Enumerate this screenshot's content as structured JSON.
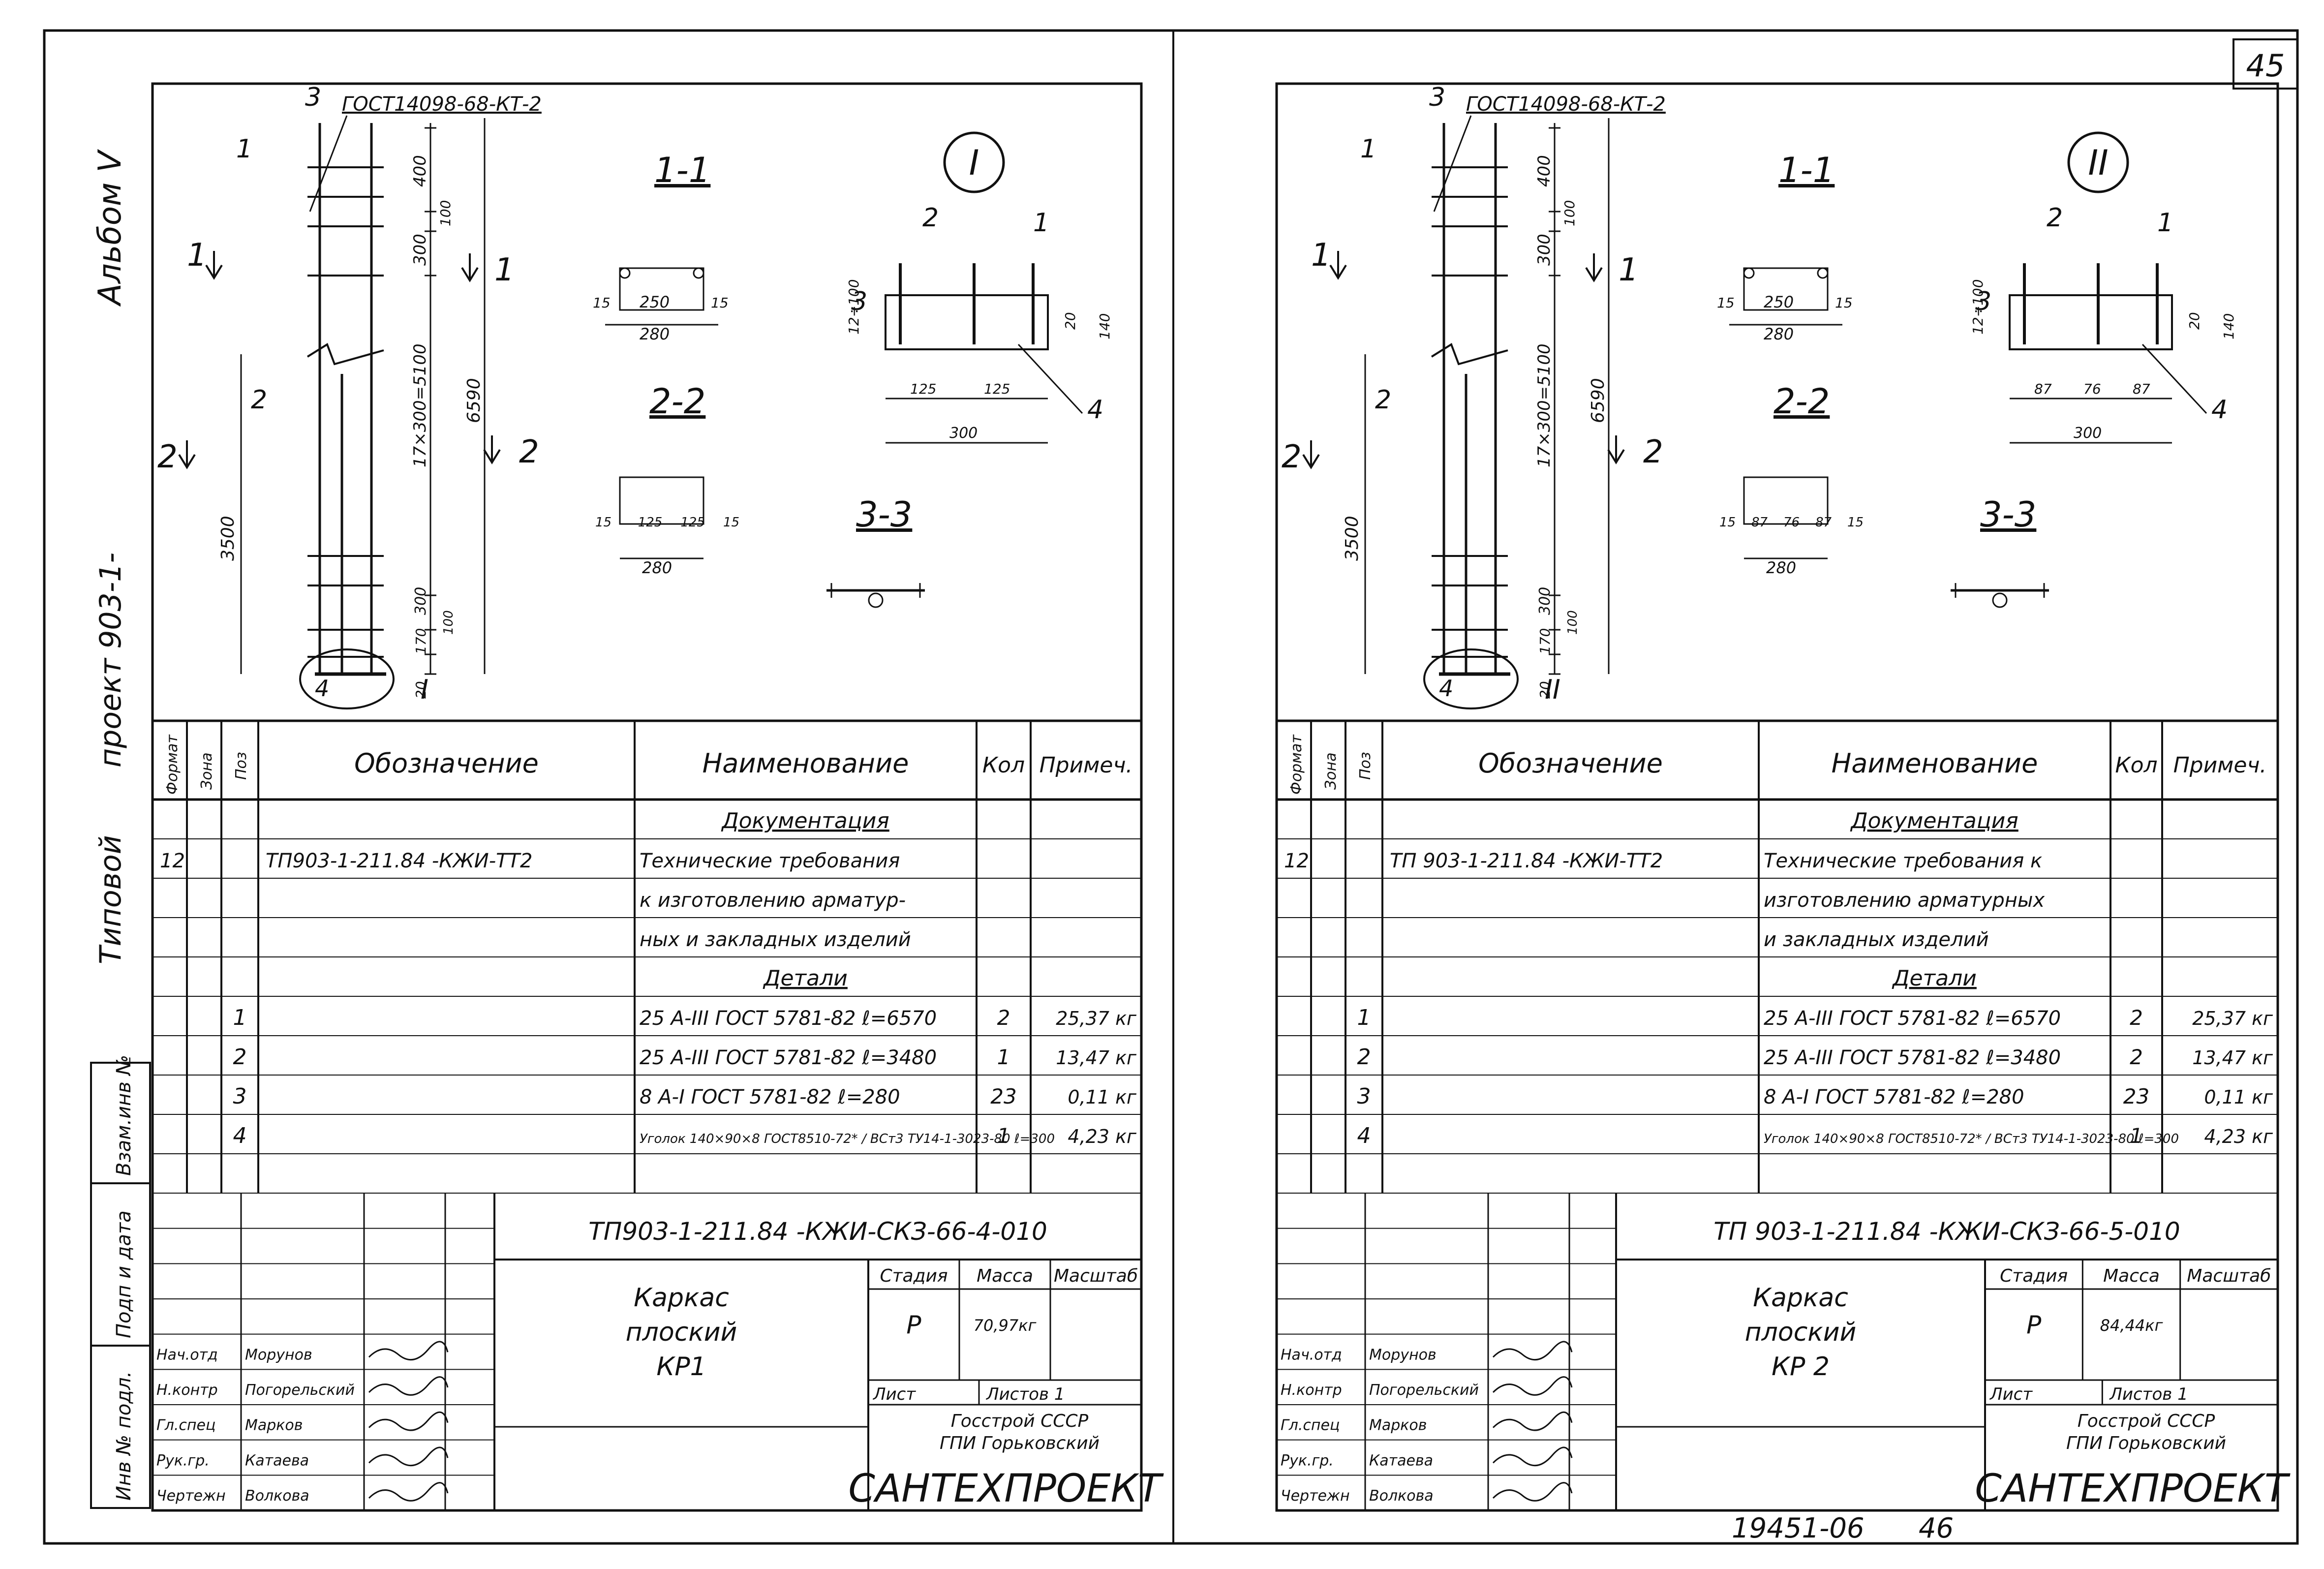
{
  "page_number": "45",
  "archive_number": "19451-06",
  "sheet_index": "46",
  "side": {
    "album": "Альбом  V",
    "project": "проект  903-1-",
    "typical": "Типовой",
    "boxes": [
      "Взам.инв №",
      "Подп и дата",
      "Инв № подл."
    ]
  },
  "spec_headers": [
    "Формат",
    "Зона",
    "Поз",
    "Обозначение",
    "Наименование",
    "Кол",
    "Примеч."
  ],
  "staff_roles": [
    "Нач.отд",
    "Н.контр",
    "Гл.спец",
    "Рук.гр.",
    "Чертежн"
  ],
  "staff_names": [
    "Морунов",
    "Погорельский",
    "Марков",
    "Катаева",
    "Волкова"
  ],
  "sheets": [
    {
      "mark": "I",
      "gost_label": "ГОСТ14098-68-КТ-2",
      "section_11": "1-1",
      "section_22": "2-2",
      "section_33": "3-3",
      "pos_labels": [
        "1",
        "2",
        "3",
        "4"
      ],
      "cut_labels": [
        "1",
        "1",
        "2",
        "2"
      ],
      "dims_elev": [
        "400",
        "100",
        "300",
        "17×300=5100",
        "6590",
        "3500",
        "300",
        "100",
        "170",
        "20"
      ],
      "dims_s11": [
        "15",
        "250",
        "15",
        "280"
      ],
      "dims_s22": [
        "15",
        "125",
        "125",
        "15",
        "280"
      ],
      "dims_detail": [
        "12÷100",
        "20",
        "140",
        "125",
        "125",
        "300"
      ],
      "doc_designation": "ТП903-1-211.84   -КЖИ-ТТ2",
      "rows": [
        {
          "format": "",
          "pos": "",
          "designation": "",
          "name": "Документация",
          "heading": true,
          "qty": "",
          "note": ""
        },
        {
          "format": "12",
          "pos": "",
          "designation": "ТП903-1-211.84   -КЖИ-ТТ2",
          "name": "Технические требования",
          "heading": false,
          "qty": "",
          "note": ""
        },
        {
          "format": "",
          "pos": "",
          "designation": "",
          "name": "к изготовлению арматур-",
          "heading": false,
          "qty": "",
          "note": ""
        },
        {
          "format": "",
          "pos": "",
          "designation": "",
          "name": "ных и закладных изделий",
          "heading": false,
          "qty": "",
          "note": ""
        },
        {
          "format": "",
          "pos": "",
          "designation": "",
          "name": "Детали",
          "heading": true,
          "qty": "",
          "note": ""
        },
        {
          "format": "",
          "pos": "1",
          "designation": "",
          "name": "25 А-III ГОСТ 5781-82  ℓ=6570",
          "heading": false,
          "qty": "2",
          "note": "25,37 кг"
        },
        {
          "format": "",
          "pos": "2",
          "designation": "",
          "name": "25 А-III ГОСТ 5781-82  ℓ=3480",
          "heading": false,
          "qty": "1",
          "note": "13,47 кг"
        },
        {
          "format": "",
          "pos": "3",
          "designation": "",
          "name": "8 А-I ГОСТ 5781-82  ℓ=280",
          "heading": false,
          "qty": "23",
          "note": "0,11 кг"
        },
        {
          "format": "",
          "pos": "4",
          "designation": "",
          "name": "Уголок 140×90×8 ГОСТ8510-72* / ВСт3  ТУ14-1-3023-80  ℓ=300",
          "heading": false,
          "qty": "1",
          "note": "4,23 кг"
        },
        {
          "format": "",
          "pos": "",
          "designation": "",
          "name": "",
          "heading": false,
          "qty": "",
          "note": ""
        }
      ],
      "title": {
        "code": "ТП903-1-211.84   -КЖИ-СКЗ-66-4-010",
        "name_lines": [
          "Каркас",
          "плоский",
          "КР1"
        ],
        "stage_label": "Стадия",
        "mass_label": "Масса",
        "scale_label": "Масштаб",
        "stage": "Р",
        "mass": "70,97кг",
        "scale": "",
        "sheet_label": "Лист",
        "sheets_label": "Листов  1",
        "org_lines": [
          "Госстрой СССР",
          "ГПИ Горьковский"
        ],
        "org_logo": "САНТЕХПРОЕКТ"
      }
    },
    {
      "mark": "II",
      "gost_label": "ГОСТ14098-68-КТ-2",
      "section_11": "1-1",
      "section_22": "2-2",
      "section_33": "3-3",
      "pos_labels": [
        "1",
        "2",
        "3",
        "4"
      ],
      "cut_labels": [
        "1",
        "1",
        "2",
        "2"
      ],
      "dims_elev": [
        "400",
        "100",
        "300",
        "17×300=5100",
        "6590",
        "3500",
        "300",
        "100",
        "170",
        "20"
      ],
      "dims_s11": [
        "15",
        "250",
        "15",
        "280"
      ],
      "dims_s22": [
        "15",
        "87",
        "76",
        "87",
        "15",
        "280"
      ],
      "dims_detail": [
        "12÷100",
        "20",
        "140",
        "87",
        "76",
        "87",
        "300"
      ],
      "doc_designation": "ТП 903-1-211.84  -КЖИ-ТТ2",
      "rows": [
        {
          "format": "",
          "pos": "",
          "designation": "",
          "name": "Документация",
          "heading": true,
          "qty": "",
          "note": ""
        },
        {
          "format": "12",
          "pos": "",
          "designation": "ТП 903-1-211.84  -КЖИ-ТТ2",
          "name": "Технические требования к",
          "heading": false,
          "qty": "",
          "note": ""
        },
        {
          "format": "",
          "pos": "",
          "designation": "",
          "name": "изготовлению арматурных",
          "heading": false,
          "qty": "",
          "note": ""
        },
        {
          "format": "",
          "pos": "",
          "designation": "",
          "name": "и закладных изделий",
          "heading": false,
          "qty": "",
          "note": ""
        },
        {
          "format": "",
          "pos": "",
          "designation": "",
          "name": "Детали",
          "heading": true,
          "qty": "",
          "note": ""
        },
        {
          "format": "",
          "pos": "1",
          "designation": "",
          "name": "25 А-III ГОСТ 5781-82  ℓ=6570",
          "heading": false,
          "qty": "2",
          "note": "25,37 кг"
        },
        {
          "format": "",
          "pos": "2",
          "designation": "",
          "name": "25 А-III ГОСТ 5781-82  ℓ=3480",
          "heading": false,
          "qty": "2",
          "note": "13,47 кг"
        },
        {
          "format": "",
          "pos": "3",
          "designation": "",
          "name": "8 А-I ГОСТ 5781-82  ℓ=280",
          "heading": false,
          "qty": "23",
          "note": "0,11 кг"
        },
        {
          "format": "",
          "pos": "4",
          "designation": "",
          "name": "Уголок 140×90×8 ГОСТ8510-72* / ВСт3  ТУ14-1-3023-80  ℓ=300",
          "heading": false,
          "qty": "1",
          "note": "4,23 кг"
        },
        {
          "format": "",
          "pos": "",
          "designation": "",
          "name": "",
          "heading": false,
          "qty": "",
          "note": ""
        }
      ],
      "title": {
        "code": "ТП 903-1-211.84  -КЖИ-СКЗ-66-5-010",
        "name_lines": [
          "Каркас",
          "плоский",
          "КР 2"
        ],
        "stage_label": "Стадия",
        "mass_label": "Масса",
        "scale_label": "Масштаб",
        "stage": "Р",
        "mass": "84,44кг",
        "scale": "",
        "sheet_label": "Лист",
        "sheets_label": "Листов  1",
        "org_lines": [
          "Госстрой СССР",
          "ГПИ Горьковский"
        ],
        "org_logo": "САНТЕХПРОЕКТ"
      }
    }
  ]
}
